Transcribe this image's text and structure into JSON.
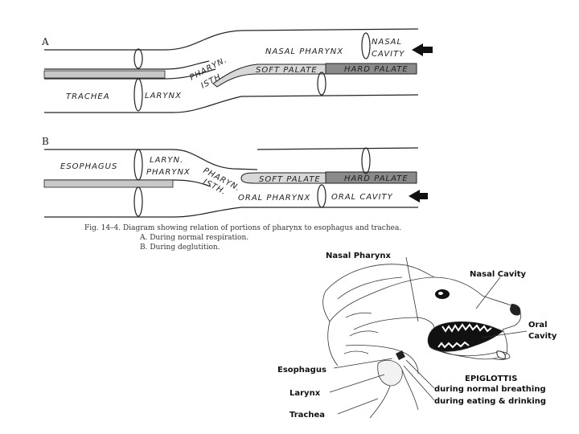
{
  "diagram_a": {
    "panel_letter": "A",
    "nasal_pharynx": "NASAL PHARYNX",
    "nasal_cavity_1": "NASAL",
    "nasal_cavity_2": "CAVITY",
    "soft_palate": "SOFT PALATE",
    "hard_palate": "HARD PALATE",
    "pharyn_isth_1": "PHARYN.",
    "pharyn_isth_2": "ISTH.",
    "trachea": "TRACHEA",
    "larynx": "LARYNX"
  },
  "diagram_b": {
    "panel_letter": "B",
    "esophagus": "ESOPHAGUS",
    "laryn_pharynx_1": "LARYN.",
    "laryn_pharynx_2": "PHARYNX",
    "pharyn_isth_1": "PHARYN.",
    "pharyn_isth_2": "ISTH.",
    "soft_palate": "SOFT PALATE",
    "hard_palate": "HARD PALATE",
    "oral_pharynx": "ORAL PHARYNX",
    "oral_cavity": "ORAL CAVITY"
  },
  "caption": {
    "line1": "Fig. 14–4.   Diagram showing relation of portions of pharynx to esophagus and trachea.",
    "line2": "A. During normal respiration.",
    "line3": "B. During deglutition."
  },
  "dog": {
    "nasal_pharynx": "Nasal Pharynx",
    "nasal_cavity": "Nasal Cavity",
    "oral_cavity_1": "Oral",
    "oral_cavity_2": "Cavity",
    "esophagus": "Esophagus",
    "larynx": "Larynx",
    "trachea": "Trachea",
    "epiglottis": "EPIGLOTTIS",
    "epiglottis_breathing": "during normal breathing",
    "epiglottis_eating": "during eating & drinking"
  },
  "colors": {
    "palate_fill": "#c8c8c8",
    "hard_palate_fill": "#8a8a8a",
    "ink": "#222222"
  }
}
